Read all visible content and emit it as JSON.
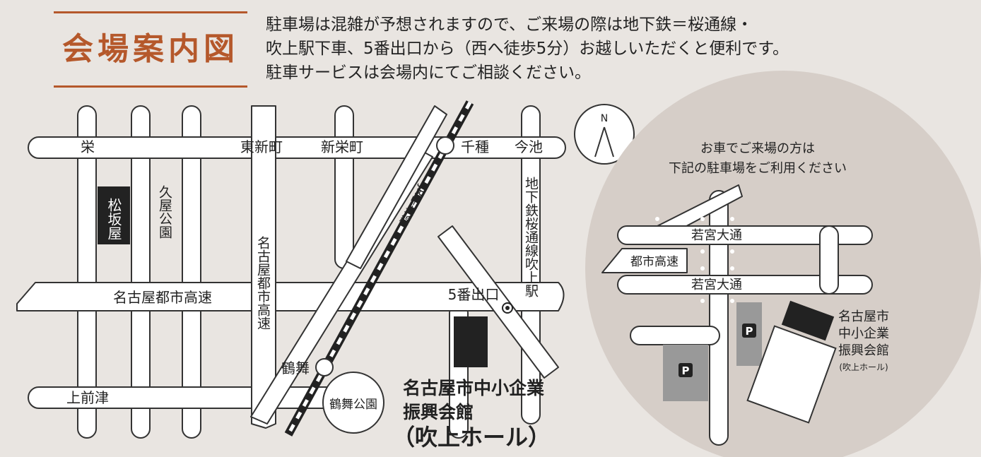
{
  "title": "会場案内図",
  "notice": [
    "駐車場は混雑が予想されますので、ご来場の際は地下鉄＝桜通線・",
    "吹上駅下車、5番出口から（西へ徒歩5分）お越しいただくと便利です。",
    "駐車サービスは会場内にてご相談ください。"
  ],
  "compass": {
    "north": "N"
  },
  "main_map": {
    "streets": {
      "sakae": "栄",
      "higashi_shinmachi": "東新町",
      "shinsakae": "新栄町",
      "chikusa": "千種",
      "imaike": "今池",
      "kamimaezu": "上前津",
      "tsurumai": "鶴舞",
      "exit5": "5番出口"
    },
    "expressway": "名古屋都市高速",
    "vertical_expressway": "名古屋都市高速",
    "matsuzakaya": "松坂屋",
    "hisaya_park": "久屋公園",
    "jr_line": "JR中央線",
    "subway_line": "地下鉄桜通線吹上駅",
    "tsurumai_park": "鶴舞公園",
    "venue": {
      "line1": "名古屋市中小企業",
      "line2": "振興会館",
      "line3": "（吹上ホール）"
    }
  },
  "inset_map": {
    "caption": [
      "お車でご来場の方は",
      "下記の駐車場をご利用ください"
    ],
    "wakamiya_top": "若宮大通",
    "wakamiya_bottom": "若宮大通",
    "toshi_kosoku": "都市高速",
    "parking_label": "P",
    "venue": [
      "名古屋市",
      "中小企業",
      "振興会館"
    ],
    "venue_sub": "(吹上ホール)"
  },
  "colors": {
    "background": "#e9e5e1",
    "accent": "#b5582b",
    "road": "#ffffff",
    "road_outline": "#333333",
    "inset_circle": "#d6cec8",
    "parking": "#999999",
    "building": "#222222"
  }
}
